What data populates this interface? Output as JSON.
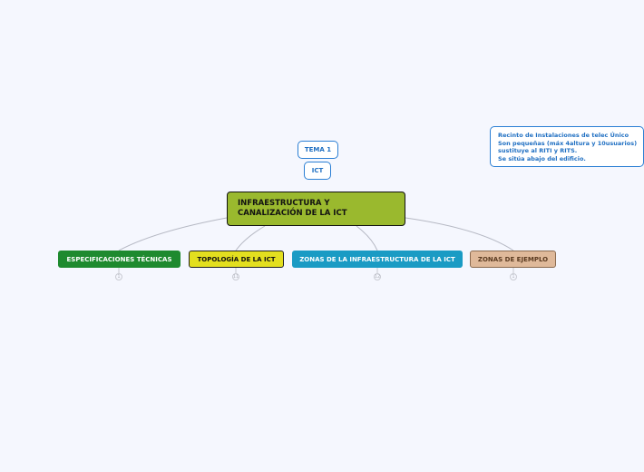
{
  "map": {
    "tags": [
      "TEMA 1",
      "ICT"
    ],
    "central_title": "INFRAESTRUCTURA Y\nCANALIZACIÓN DE LA ICT",
    "branches": [
      {
        "label": "ESPECIFICACIONES TÉCNICAS",
        "collapsed_count": "1",
        "color": "#1e8a2f"
      },
      {
        "label": "TOPOLOGÍA DE LA ICT",
        "collapsed_count": "11",
        "color": "#e3df1f"
      },
      {
        "label": "ZONAS DE LA INFRAESTRUCTURA DE LA ICT",
        "collapsed_count": "12",
        "color": "#1a9bc4"
      },
      {
        "label": "ZONAS DE EJEMPLO",
        "collapsed_count": "1",
        "color": "#dfb99a"
      }
    ],
    "note_lines": [
      "Recinto de Instalaciones de telec Único",
      "Son pequeñas (máx 4altura y 10usuarios)",
      "sustituye al RITI y RITS.",
      "Se sitúa abajo del edificio."
    ],
    "central_color": "#9ab92e"
  }
}
